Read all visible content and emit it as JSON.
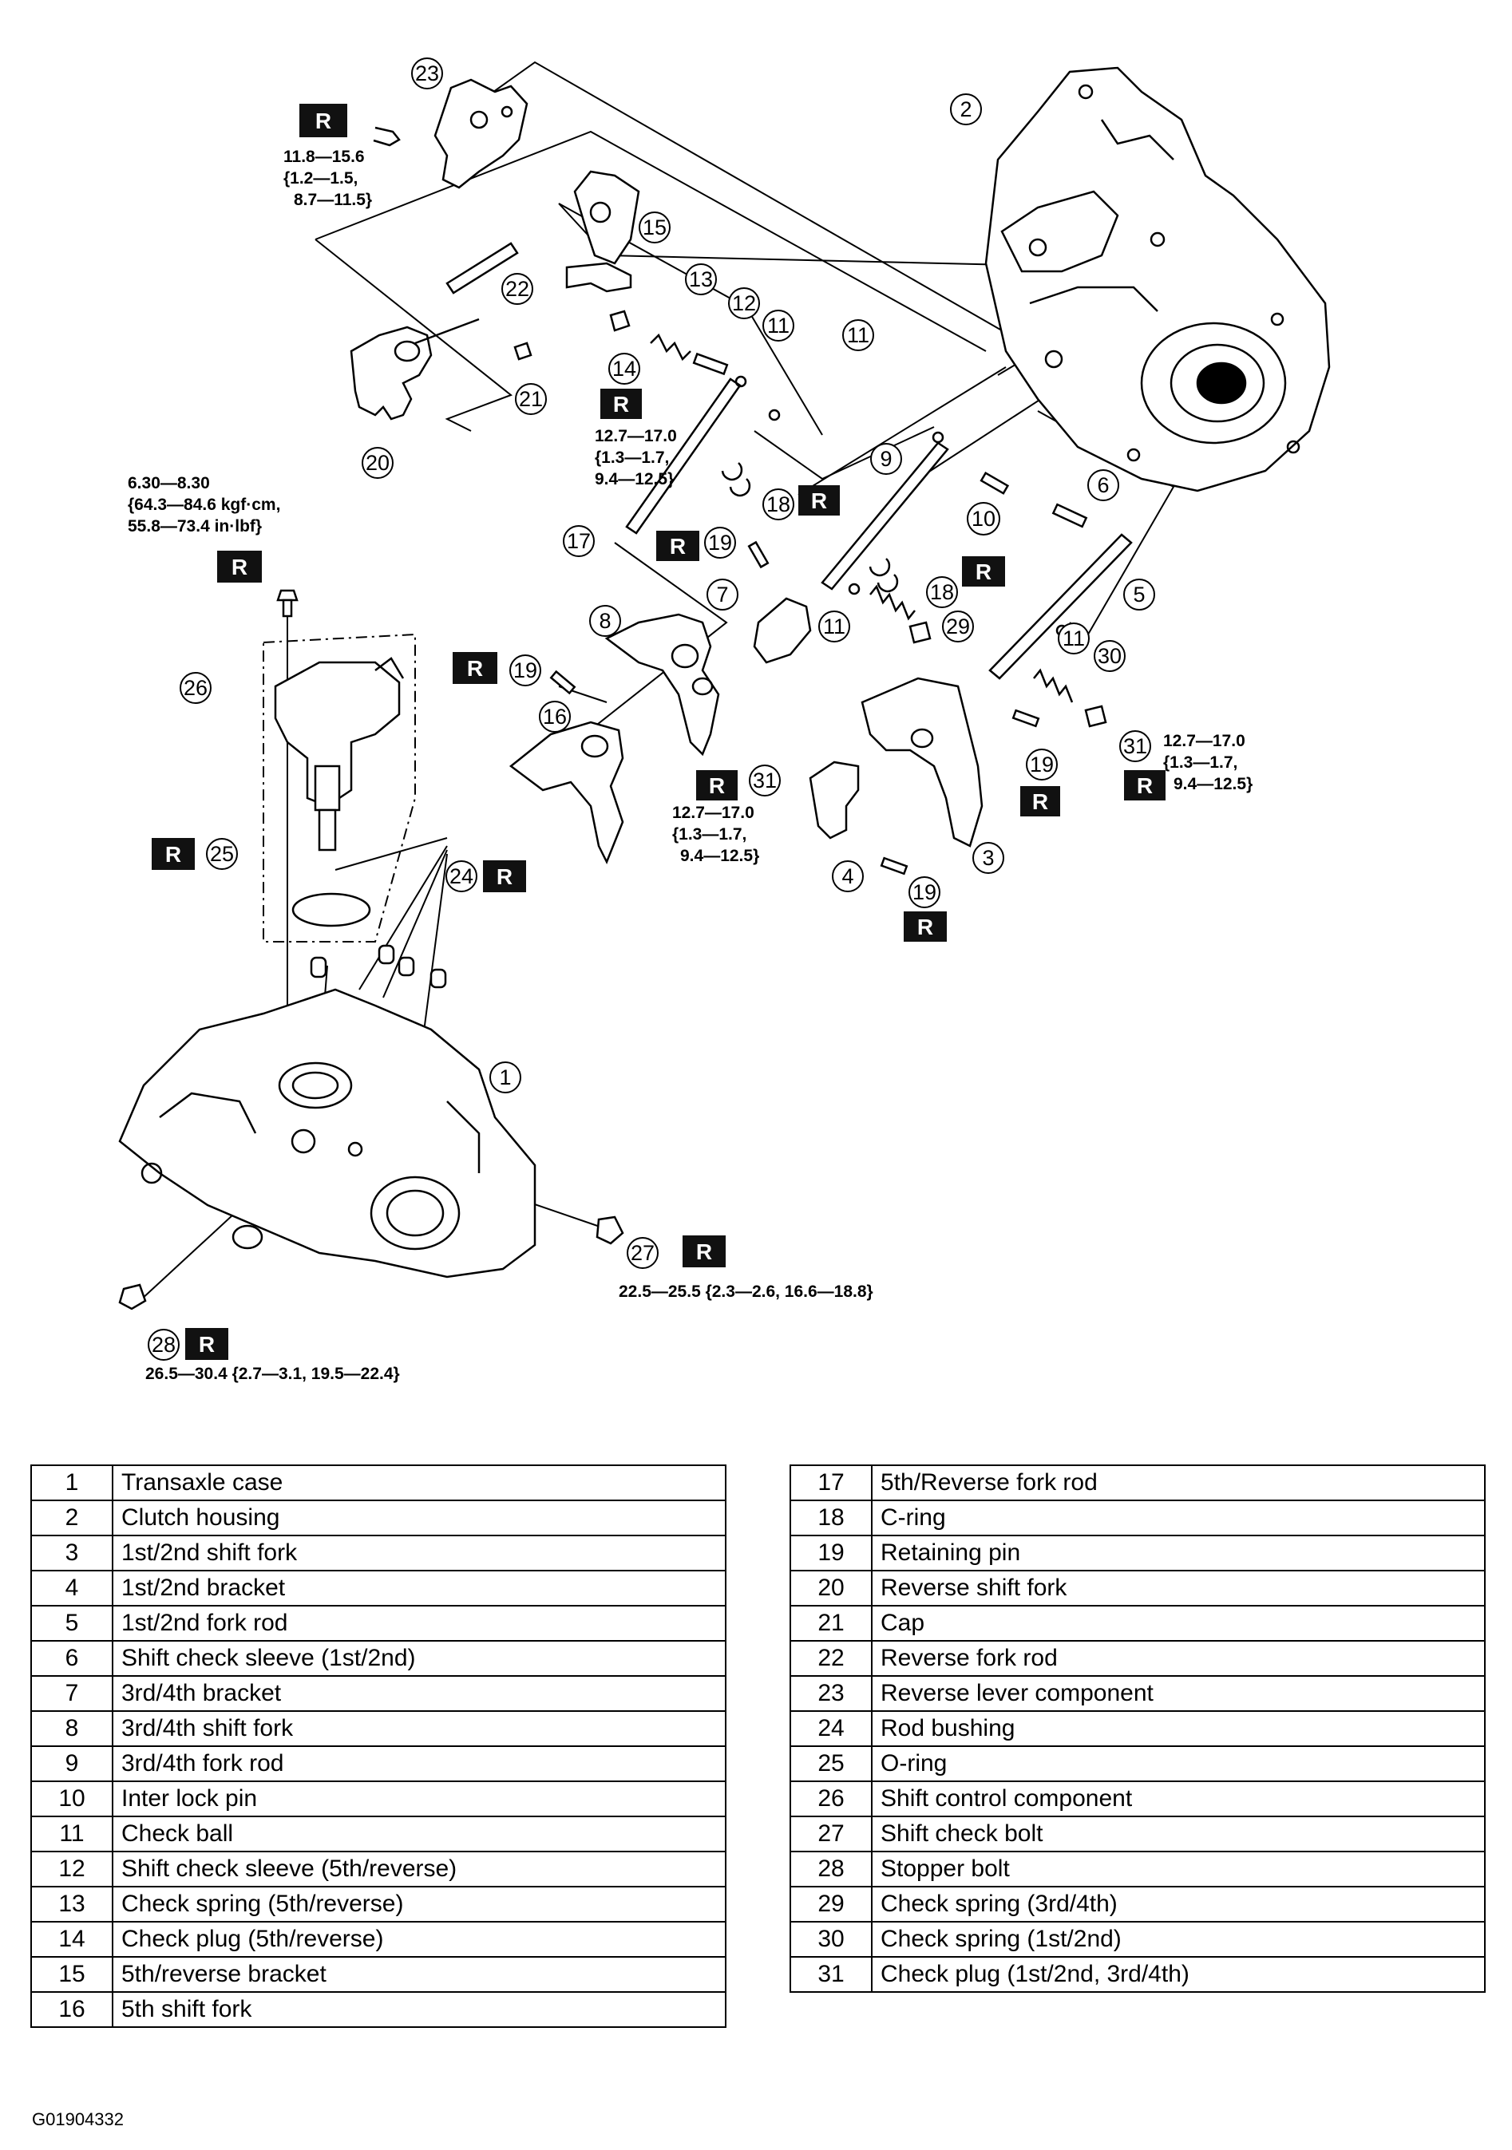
{
  "diagram": {
    "reuse_marker": "R",
    "callouts": [
      "1",
      "2",
      "3",
      "4",
      "5",
      "6",
      "7",
      "8",
      "9",
      "10",
      "11",
      "11",
      "11",
      "11",
      "11",
      "12",
      "13",
      "14",
      "15",
      "16",
      "17",
      "18",
      "18",
      "19",
      "19",
      "19",
      "19",
      "20",
      "21",
      "22",
      "23",
      "24",
      "25",
      "26",
      "27",
      "28",
      "29",
      "30",
      "31",
      "31",
      "31"
    ],
    "torque_specs": {
      "reverse_lever_bolt": [
        "11.8—15.6",
        "{1.2—1.5,",
        "8.7—11.5}"
      ],
      "check_plug_5th_reverse": [
        "12.7—17.0",
        "{1.3—1.7,",
        "9.4—12.5}"
      ],
      "shift_control_bolt": [
        "6.30—8.30",
        "{64.3—84.6 kgf·cm,",
        "55.8—73.4 in·lbf}"
      ],
      "check_plug_3rd_4th": [
        "12.7—17.0",
        "{1.3—1.7,",
        "9.4—12.5}"
      ],
      "check_plug_1st_2nd": [
        "12.7—17.0",
        "{1.3—1.7,",
        "9.4—12.5}"
      ],
      "shift_check_bolt": "22.5—25.5 {2.3—2.6, 16.6—18.8}",
      "stopper_bolt": "26.5—30.4 {2.7—3.1, 19.5—22.4}"
    }
  },
  "parts_left": [
    {
      "num": "1",
      "name": "Transaxle case"
    },
    {
      "num": "2",
      "name": "Clutch housing"
    },
    {
      "num": "3",
      "name": "1st/2nd shift fork"
    },
    {
      "num": "4",
      "name": "1st/2nd bracket"
    },
    {
      "num": "5",
      "name": "1st/2nd fork rod"
    },
    {
      "num": "6",
      "name": "Shift check sleeve (1st/2nd)"
    },
    {
      "num": "7",
      "name": "3rd/4th bracket"
    },
    {
      "num": "8",
      "name": "3rd/4th shift fork"
    },
    {
      "num": "9",
      "name": "3rd/4th fork rod"
    },
    {
      "num": "10",
      "name": "Inter lock pin"
    },
    {
      "num": "11",
      "name": "Check ball"
    },
    {
      "num": "12",
      "name": "Shift check sleeve (5th/reverse)"
    },
    {
      "num": "13",
      "name": "Check spring (5th/reverse)"
    },
    {
      "num": "14",
      "name": "Check plug (5th/reverse)"
    },
    {
      "num": "15",
      "name": "5th/reverse bracket"
    },
    {
      "num": "16",
      "name": "5th shift fork"
    }
  ],
  "parts_right": [
    {
      "num": "17",
      "name": "5th/Reverse fork rod"
    },
    {
      "num": "18",
      "name": "C-ring"
    },
    {
      "num": "19",
      "name": "Retaining pin"
    },
    {
      "num": "20",
      "name": "Reverse shift fork"
    },
    {
      "num": "21",
      "name": "Cap"
    },
    {
      "num": "22",
      "name": "Reverse fork rod"
    },
    {
      "num": "23",
      "name": "Reverse lever component"
    },
    {
      "num": "24",
      "name": "Rod bushing"
    },
    {
      "num": "25",
      "name": "O-ring"
    },
    {
      "num": "26",
      "name": "Shift control component"
    },
    {
      "num": "27",
      "name": "Shift check bolt"
    },
    {
      "num": "28",
      "name": "Stopper bolt"
    },
    {
      "num": "29",
      "name": "Check spring (3rd/4th)"
    },
    {
      "num": "30",
      "name": "Check spring (1st/2nd)"
    },
    {
      "num": "31",
      "name": "Check plug (1st/2nd, 3rd/4th)"
    }
  ],
  "figure_code": "G01904332"
}
